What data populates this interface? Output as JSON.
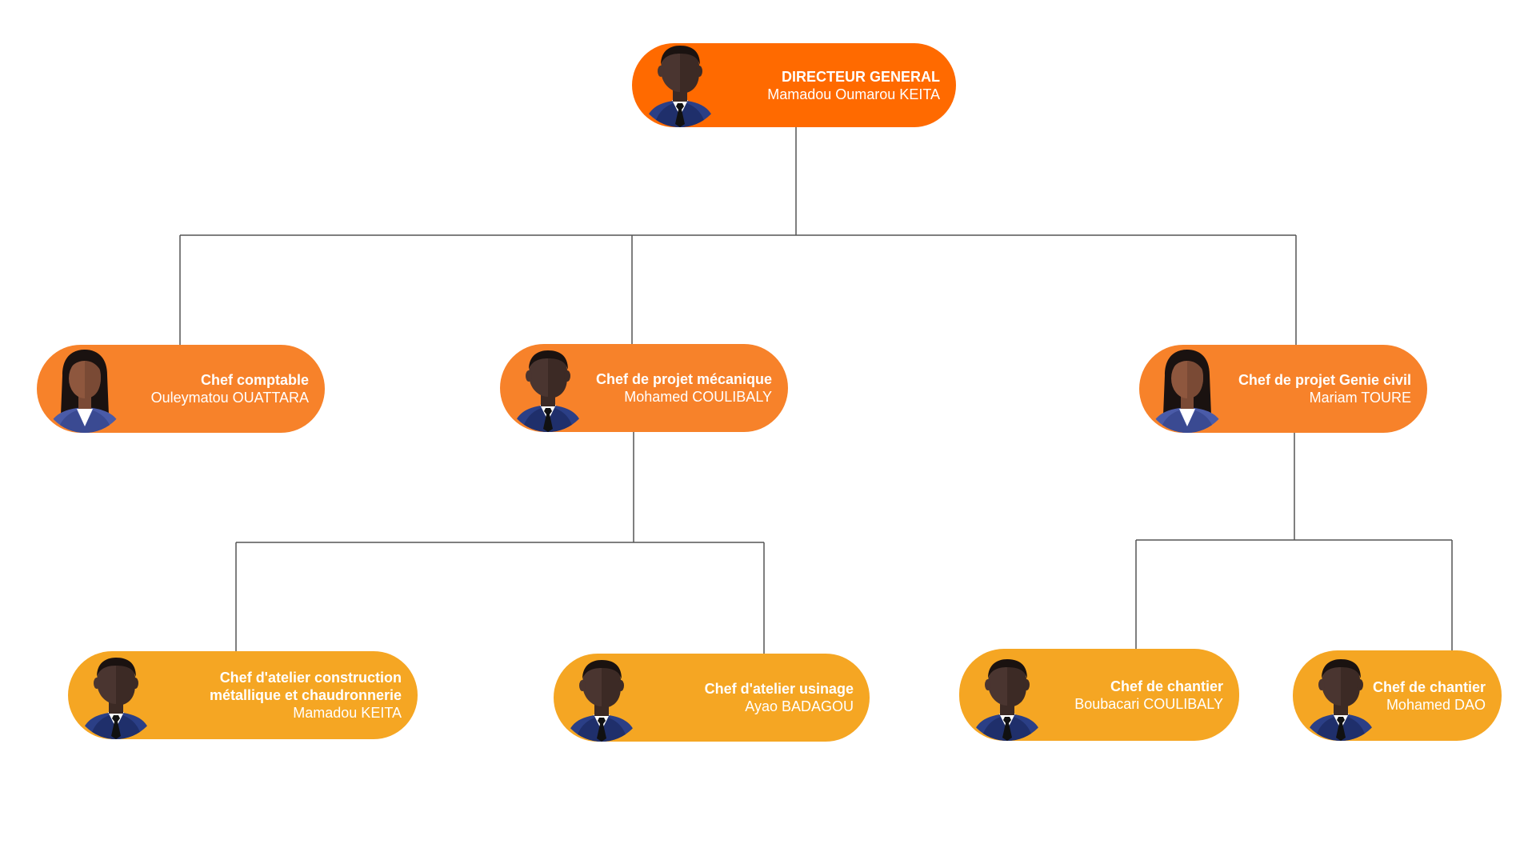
{
  "colors": {
    "top": "#ff6a00",
    "level2": "#f7822a",
    "level3": "#f5a623",
    "line": "#555555",
    "text": "#ffffff"
  },
  "nodes": {
    "dg": {
      "role": "DIRECTEUR GENERAL",
      "name": "Mamadou Oumarou KEITA",
      "avatar": "man-avatar-icon"
    },
    "compta": {
      "role": "Chef comptable",
      "name": "Ouleymatou OUATTARA",
      "avatar": "woman-avatar-icon"
    },
    "meca": {
      "role": "Chef de projet mécanique",
      "name": "Mohamed COULIBALY",
      "avatar": "man-avatar-icon"
    },
    "gc": {
      "role": "Chef de projet Genie civil",
      "name": "Mariam TOURE",
      "avatar": "woman-avatar-icon"
    },
    "acm": {
      "role_line1": "Chef d'atelier construction",
      "role_line2": "métallique et chaudronnerie",
      "name": "Mamadou KEITA",
      "avatar": "man-avatar-icon"
    },
    "usinage": {
      "role": "Chef d'atelier usinage",
      "name": "Ayao BADAGOU",
      "avatar": "man-avatar-icon"
    },
    "chantier1": {
      "role": "Chef de chantier",
      "name": "Boubacari COULIBALY",
      "avatar": "man-avatar-icon"
    },
    "chantier2": {
      "role": "Chef de chantier",
      "name": "Mohamed DAO",
      "avatar": "man-avatar-icon"
    }
  }
}
